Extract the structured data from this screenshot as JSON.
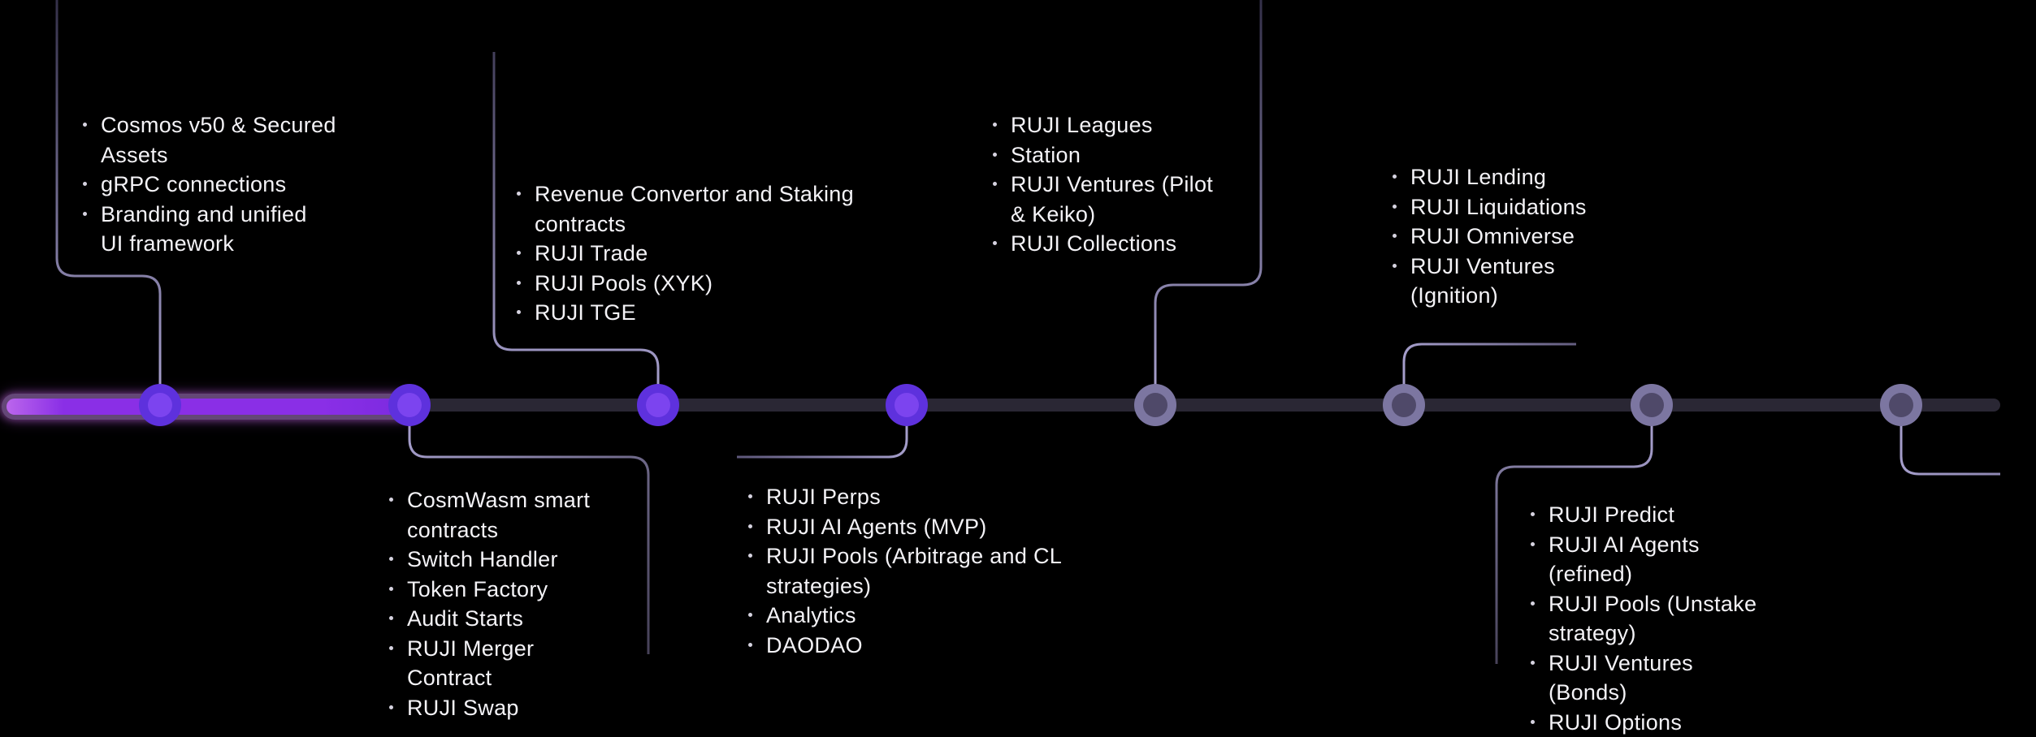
{
  "page": {
    "background": "#000000"
  },
  "colors": {
    "bg": "#000000",
    "text": "#f4f3f7",
    "bullet": "#d6d3e0",
    "track": "#2a2734",
    "bar_outline": "rgba(199,141,238,0.5)",
    "bar_core": "#8a2fe6",
    "bar_core_light": "#bb66ec",
    "node_done_outer": "#5e31dd",
    "node_done_inner": "#7c44ef",
    "node_up_outer": "#7c76a1",
    "node_up_inner": "#4f4969",
    "connector": "#8d86b2"
  },
  "timeline": {
    "progress_note": "progress bar filled through node 2",
    "nodes": [
      {
        "status": "done"
      },
      {
        "status": "done"
      },
      {
        "status": "done"
      },
      {
        "status": "done"
      },
      {
        "status": "upcoming"
      },
      {
        "status": "upcoming"
      },
      {
        "status": "upcoming"
      },
      {
        "status": "upcoming"
      }
    ]
  },
  "blocks": [
    {
      "side": "top",
      "node": 1,
      "items": [
        "Cosmos v50 & Secured\nAssets",
        "gRPC connections",
        "Branding and unified\nUI framework"
      ]
    },
    {
      "side": "top",
      "node": 3,
      "items": [
        "Revenue Convertor and Staking\ncontracts",
        "RUJI Trade",
        "RUJI Pools (XYK)",
        "RUJI TGE"
      ]
    },
    {
      "side": "top",
      "node": 5,
      "items": [
        "RUJI Leagues",
        "Station",
        "RUJI Ventures (Pilot\n& Keiko)",
        "RUJI Collections"
      ]
    },
    {
      "side": "top",
      "node": 6,
      "items": [
        "RUJI Lending",
        "RUJI Liquidations",
        "RUJI Omniverse",
        "RUJI Ventures\n(Ignition)"
      ]
    },
    {
      "side": "bottom",
      "node": 2,
      "items": [
        "CosmWasm smart\ncontracts",
        "Switch Handler",
        "Token Factory",
        "Audit Starts",
        "RUJI Merger\nContract",
        "RUJI Swap"
      ]
    },
    {
      "side": "bottom",
      "node": 4,
      "items": [
        "RUJI Perps",
        "RUJI AI Agents (MVP)",
        "RUJI Pools (Arbitrage and CL\nstrategies)",
        "Analytics",
        "DAODAO"
      ]
    },
    {
      "side": "bottom",
      "node": 7,
      "items": [
        "RUJI Predict",
        "RUJI AI Agents\n(refined)",
        "RUJI Pools (Unstake\nstrategy)",
        "RUJI Ventures\n(Bonds)",
        "RUJI Options"
      ]
    }
  ]
}
